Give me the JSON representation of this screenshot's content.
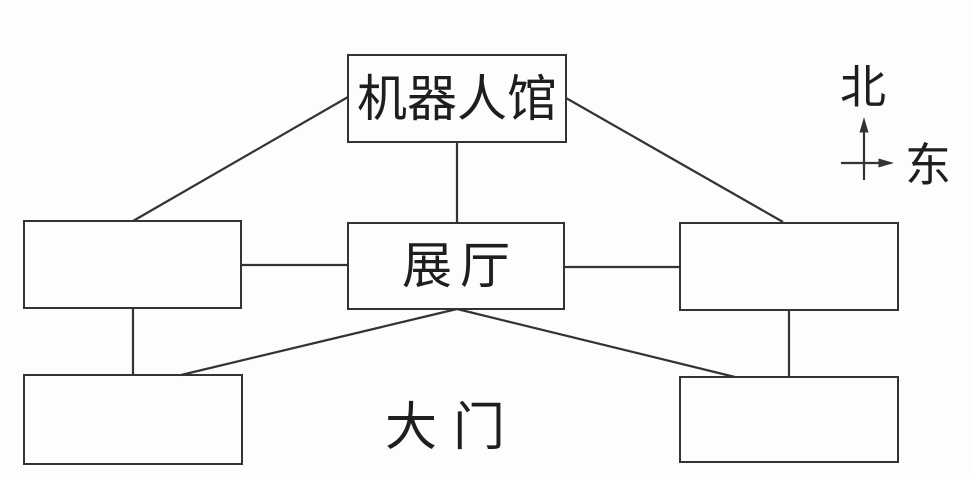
{
  "colors": {
    "background": "#fdfdfc",
    "ink": "#333333"
  },
  "nodes": {
    "robot_hall": {
      "label": "机器人馆"
    },
    "exhibition_hall": {
      "label": "展厅"
    },
    "gate": {
      "label": "大门"
    },
    "top_left": {
      "label": ""
    },
    "top_right": {
      "label": ""
    },
    "bottom_left": {
      "label": ""
    },
    "bottom_right": {
      "label": ""
    }
  },
  "compass": {
    "north": "北",
    "east": "东"
  },
  "edges": [
    {
      "from": "robot_hall",
      "to": "top_left"
    },
    {
      "from": "robot_hall",
      "to": "top_right"
    },
    {
      "from": "robot_hall",
      "to": "exhibition_hall"
    },
    {
      "from": "top_left",
      "to": "exhibition_hall"
    },
    {
      "from": "exhibition_hall",
      "to": "top_right"
    },
    {
      "from": "top_left",
      "to": "bottom_left"
    },
    {
      "from": "top_right",
      "to": "bottom_right"
    },
    {
      "from": "exhibition_hall",
      "to": "bottom_left"
    },
    {
      "from": "exhibition_hall",
      "to": "bottom_right"
    }
  ]
}
